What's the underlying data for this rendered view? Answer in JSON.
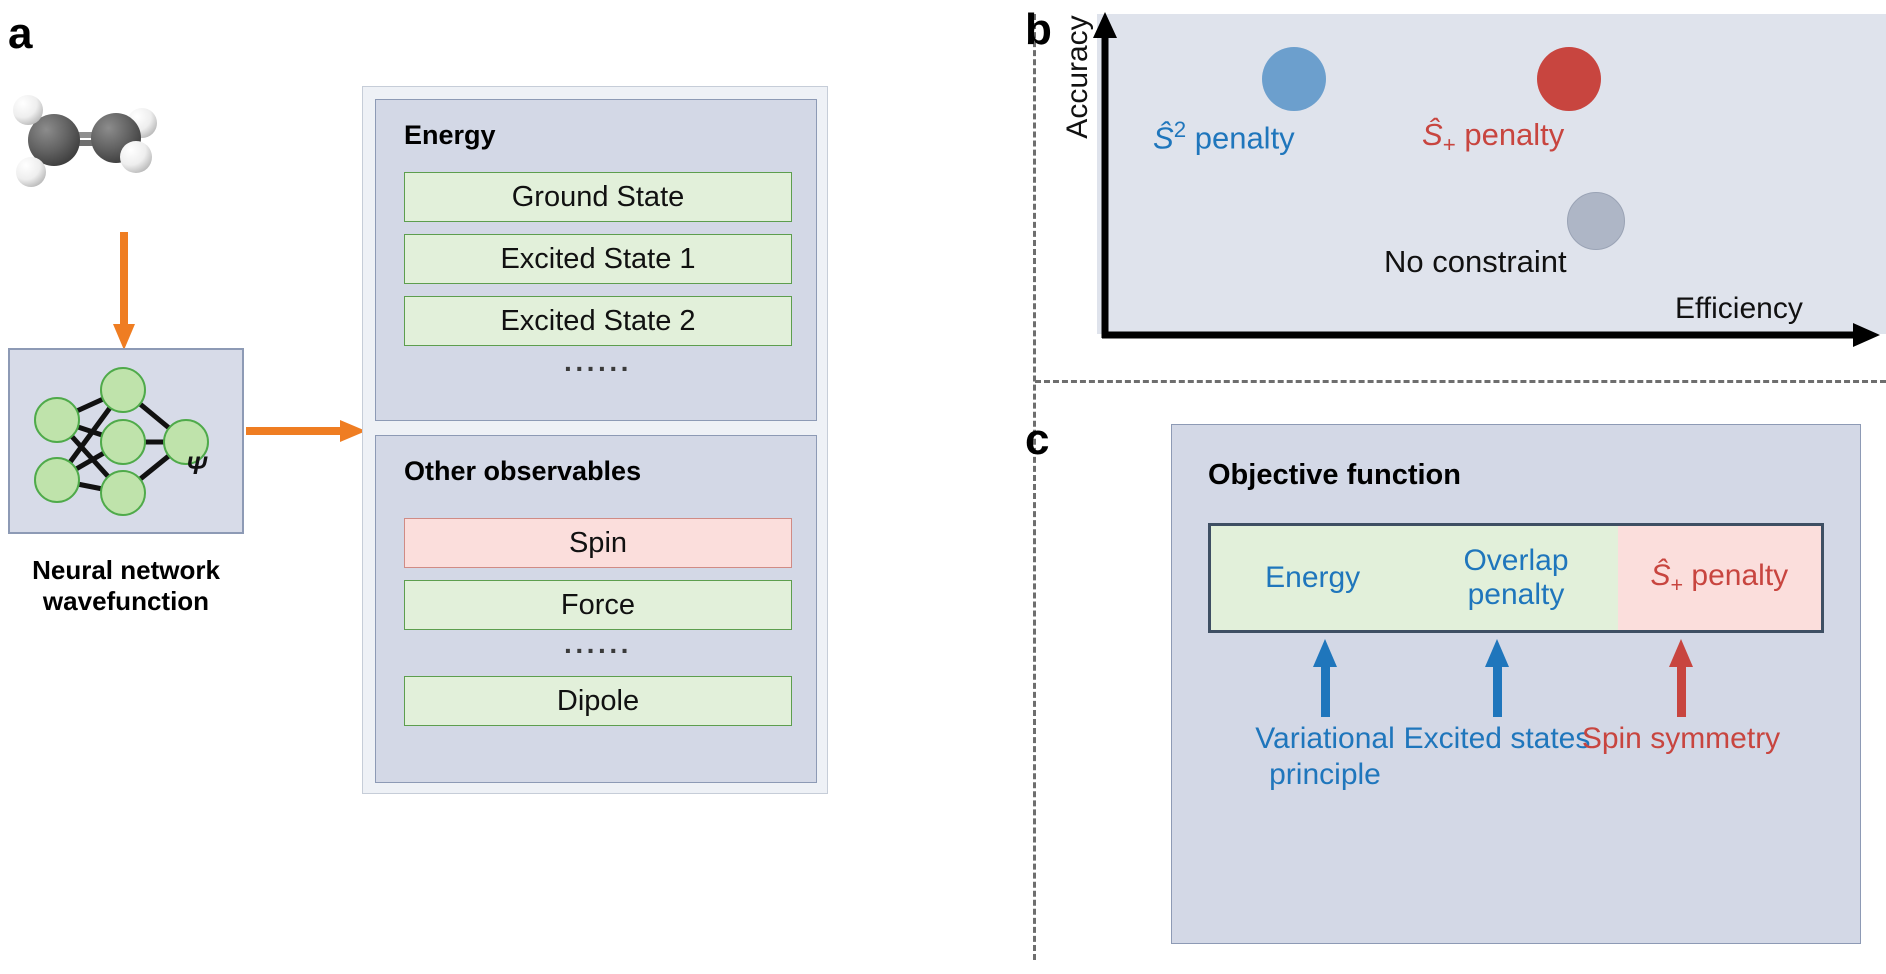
{
  "panels": {
    "a": {
      "letter": "a",
      "molecule_name": "ethylene-ball-and-stick",
      "psi_symbol": "Ψ",
      "nn_caption": "Neural network wavefunction",
      "energy": {
        "title": "Energy",
        "items": [
          "Ground State",
          "Excited State 1",
          "Excited State 2"
        ],
        "ellipsis": "······"
      },
      "observables": {
        "title": "Other observables",
        "items": [
          {
            "label": "Spin",
            "style": "pink"
          },
          {
            "label": "Force",
            "style": "green"
          }
        ],
        "ellipsis": "······",
        "last_item": {
          "label": "Dipole",
          "style": "green"
        }
      }
    },
    "b": {
      "letter": "b",
      "y_axis_label": "Accuracy",
      "x_axis_label": "Efficiency",
      "bubbles": [
        {
          "name": "s2-penalty",
          "label_prefix": "Ŝ",
          "label_sup": "2",
          "label_suffix": " penalty",
          "color": "#6c9fcd"
        },
        {
          "name": "splus-penalty",
          "label_prefix": "Ŝ",
          "label_sub": "+",
          "label_suffix": " penalty",
          "color": "#c8453f"
        },
        {
          "name": "no-constraint",
          "label": "No constraint",
          "color": "#aeb6c6"
        }
      ]
    },
    "c": {
      "letter": "c",
      "title": "Objective function",
      "cells": [
        {
          "label": "Energy",
          "style": "green"
        },
        {
          "label": "Overlap penalty",
          "style": "green"
        },
        {
          "label_prefix": "Ŝ",
          "label_sub": "+",
          "label_suffix": " penalty",
          "style": "pink"
        }
      ],
      "captions": [
        {
          "label": "Variational principle",
          "color": "#1f76bc"
        },
        {
          "label": "Excited states",
          "color": "#1f76bc"
        },
        {
          "label": "Spin symmetry",
          "color": "#c8453f"
        }
      ]
    }
  },
  "chart_data": {
    "type": "scatter",
    "title": "",
    "xlabel": "Efficiency",
    "ylabel": "Accuracy",
    "grid": false,
    "legend": "none",
    "axis_style": "qualitative-arrows",
    "xlim": [
      0,
      1
    ],
    "ylim": [
      0,
      1
    ],
    "points": [
      {
        "label": "S^2 penalty",
        "x": 0.25,
        "y": 0.82,
        "color": "#6c9fcd",
        "size": 64
      },
      {
        "label": "S_+ penalty",
        "x": 0.6,
        "y": 0.82,
        "color": "#c8453f",
        "size": 64
      },
      {
        "label": "No constraint",
        "x": 0.64,
        "y": 0.38,
        "color": "#aeb6c6",
        "size": 58
      }
    ]
  },
  "colors": {
    "orange_arrow": "#ef7d22",
    "blue_accent": "#1f76bc",
    "red_accent": "#c8453f",
    "panel_fill": "#d3d8e6",
    "plot_fill": "#dfe3ec",
    "green_item": "#e2f0da",
    "green_border": "#5d9e4e",
    "pink_item": "#fbdedc",
    "pink_border": "#d08b85",
    "node_green": "#bfe3ab"
  }
}
